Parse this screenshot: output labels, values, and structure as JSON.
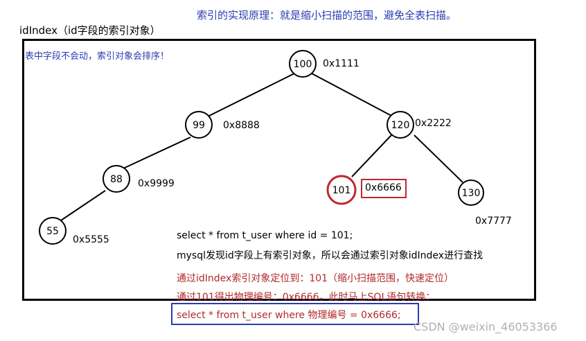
{
  "header": {
    "principle": "索引的实现原理：就是缩小扫描的范围，避免全表扫描。",
    "title": "idIndex（id字段的索引对象）"
  },
  "frame": {
    "note": "表中字段不会动，索引对象会排序！"
  },
  "tree": {
    "nodes": [
      {
        "id": "100",
        "label": "100",
        "address": "0x1111"
      },
      {
        "id": "99",
        "label": "99",
        "address": "0x8888"
      },
      {
        "id": "120",
        "label": "120",
        "address": "0x2222"
      },
      {
        "id": "88",
        "label": "88",
        "address": "0x9999"
      },
      {
        "id": "101",
        "label": "101",
        "address": "0x6666",
        "highlight": true
      },
      {
        "id": "130",
        "label": "130",
        "address": "0x7777"
      },
      {
        "id": "55",
        "label": "55",
        "address": "0x5555"
      }
    ],
    "edges": [
      [
        "100",
        "99"
      ],
      [
        "100",
        "120"
      ],
      [
        "99",
        "88"
      ],
      [
        "88",
        "55"
      ],
      [
        "120",
        "101"
      ],
      [
        "120",
        "130"
      ]
    ]
  },
  "explanation": {
    "line1": "select * from t_user where id = 101;",
    "line2": "mysql发现id字段上有索引对象，所以会通过索引对象idIndex进行查找",
    "line3": "通过idIndex索引对象定位到：101（缩小扫描范围，快速定位）",
    "line4": "通过101得出物理编号：0x6666，此时马上SQL语句转换：",
    "line5": "select * from t_user where 物理编号 = 0x6666;"
  },
  "watermark": "CSDN @weixin_46053366",
  "colors": {
    "blue_text": "#2b3bb0",
    "red_text": "#b02a2a",
    "highlight_circle": "#c0272d",
    "sql_box_border": "#2b3bb0"
  }
}
